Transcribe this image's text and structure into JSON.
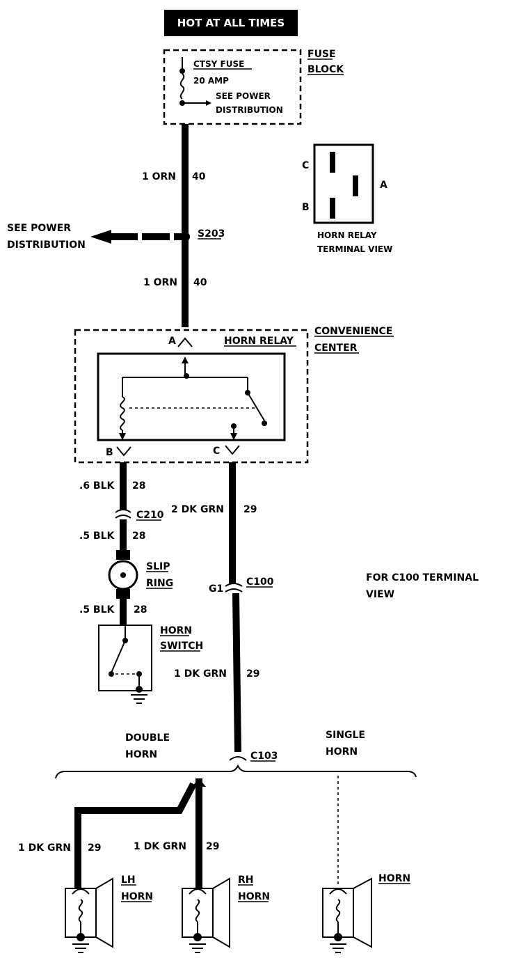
{
  "banner": "HOT AT ALL TIMES",
  "fuse_block": {
    "label_line1": "FUSE",
    "label_line2": "BLOCK",
    "fuse_name": "CTSY FUSE",
    "fuse_rating": "20 AMP",
    "see_line1": "SEE POWER",
    "see_line2": "DISTRIBUTION"
  },
  "wires": {
    "upper_orn_size": "1 ORN",
    "upper_orn_circuit": "40",
    "lower_orn_size": "1 ORN",
    "lower_orn_circuit": "40",
    "blk_top_size": ".6 BLK",
    "blk_top_circuit": "28",
    "blk_mid_size": ".5 BLK",
    "blk_mid_circuit": "28",
    "blk_bot_size": ".5 BLK",
    "blk_bot_circuit": "28",
    "grn_top_size": "2 DK GRN",
    "grn_top_circuit": "29",
    "grn_mid_size": "1 DK GRN",
    "grn_mid_circuit": "29",
    "lh_size": "1 DK GRN",
    "lh_circuit": "29",
    "rh_size": "1 DK GRN",
    "rh_circuit": "29"
  },
  "splice": {
    "name": "S203",
    "see_line1": "SEE POWER",
    "see_line2": "DISTRIBUTION"
  },
  "relay_view": {
    "terminal_c": "C",
    "terminal_b": "B",
    "terminal_a": "A",
    "caption_line1": "HORN RELAY",
    "caption_line2": "TERMINAL VIEW"
  },
  "relay": {
    "box_label": "HORN RELAY",
    "center_line1": "CONVENIENCE",
    "center_line2": "CENTER",
    "terminal_a": "A",
    "terminal_b": "B",
    "terminal_c": "C"
  },
  "connectors": {
    "c210": "C210",
    "c100": "C100",
    "c100_pin": "G1",
    "c103": "C103"
  },
  "slip_ring": {
    "line1": "SLIP",
    "line2": "RING"
  },
  "horn_switch": {
    "line1": "HORN",
    "line2": "SWITCH"
  },
  "c100_note": {
    "line1": "FOR C100 TERMINAL",
    "line2": "VIEW"
  },
  "options": {
    "double_line1": "DOUBLE",
    "double_line2": "HORN",
    "single_line1": "SINGLE",
    "single_line2": "HORN"
  },
  "horns": {
    "lh_line1": "LH",
    "lh_line2": "HORN",
    "rh_line1": "RH",
    "rh_line2": "HORN",
    "single": "HORN"
  }
}
